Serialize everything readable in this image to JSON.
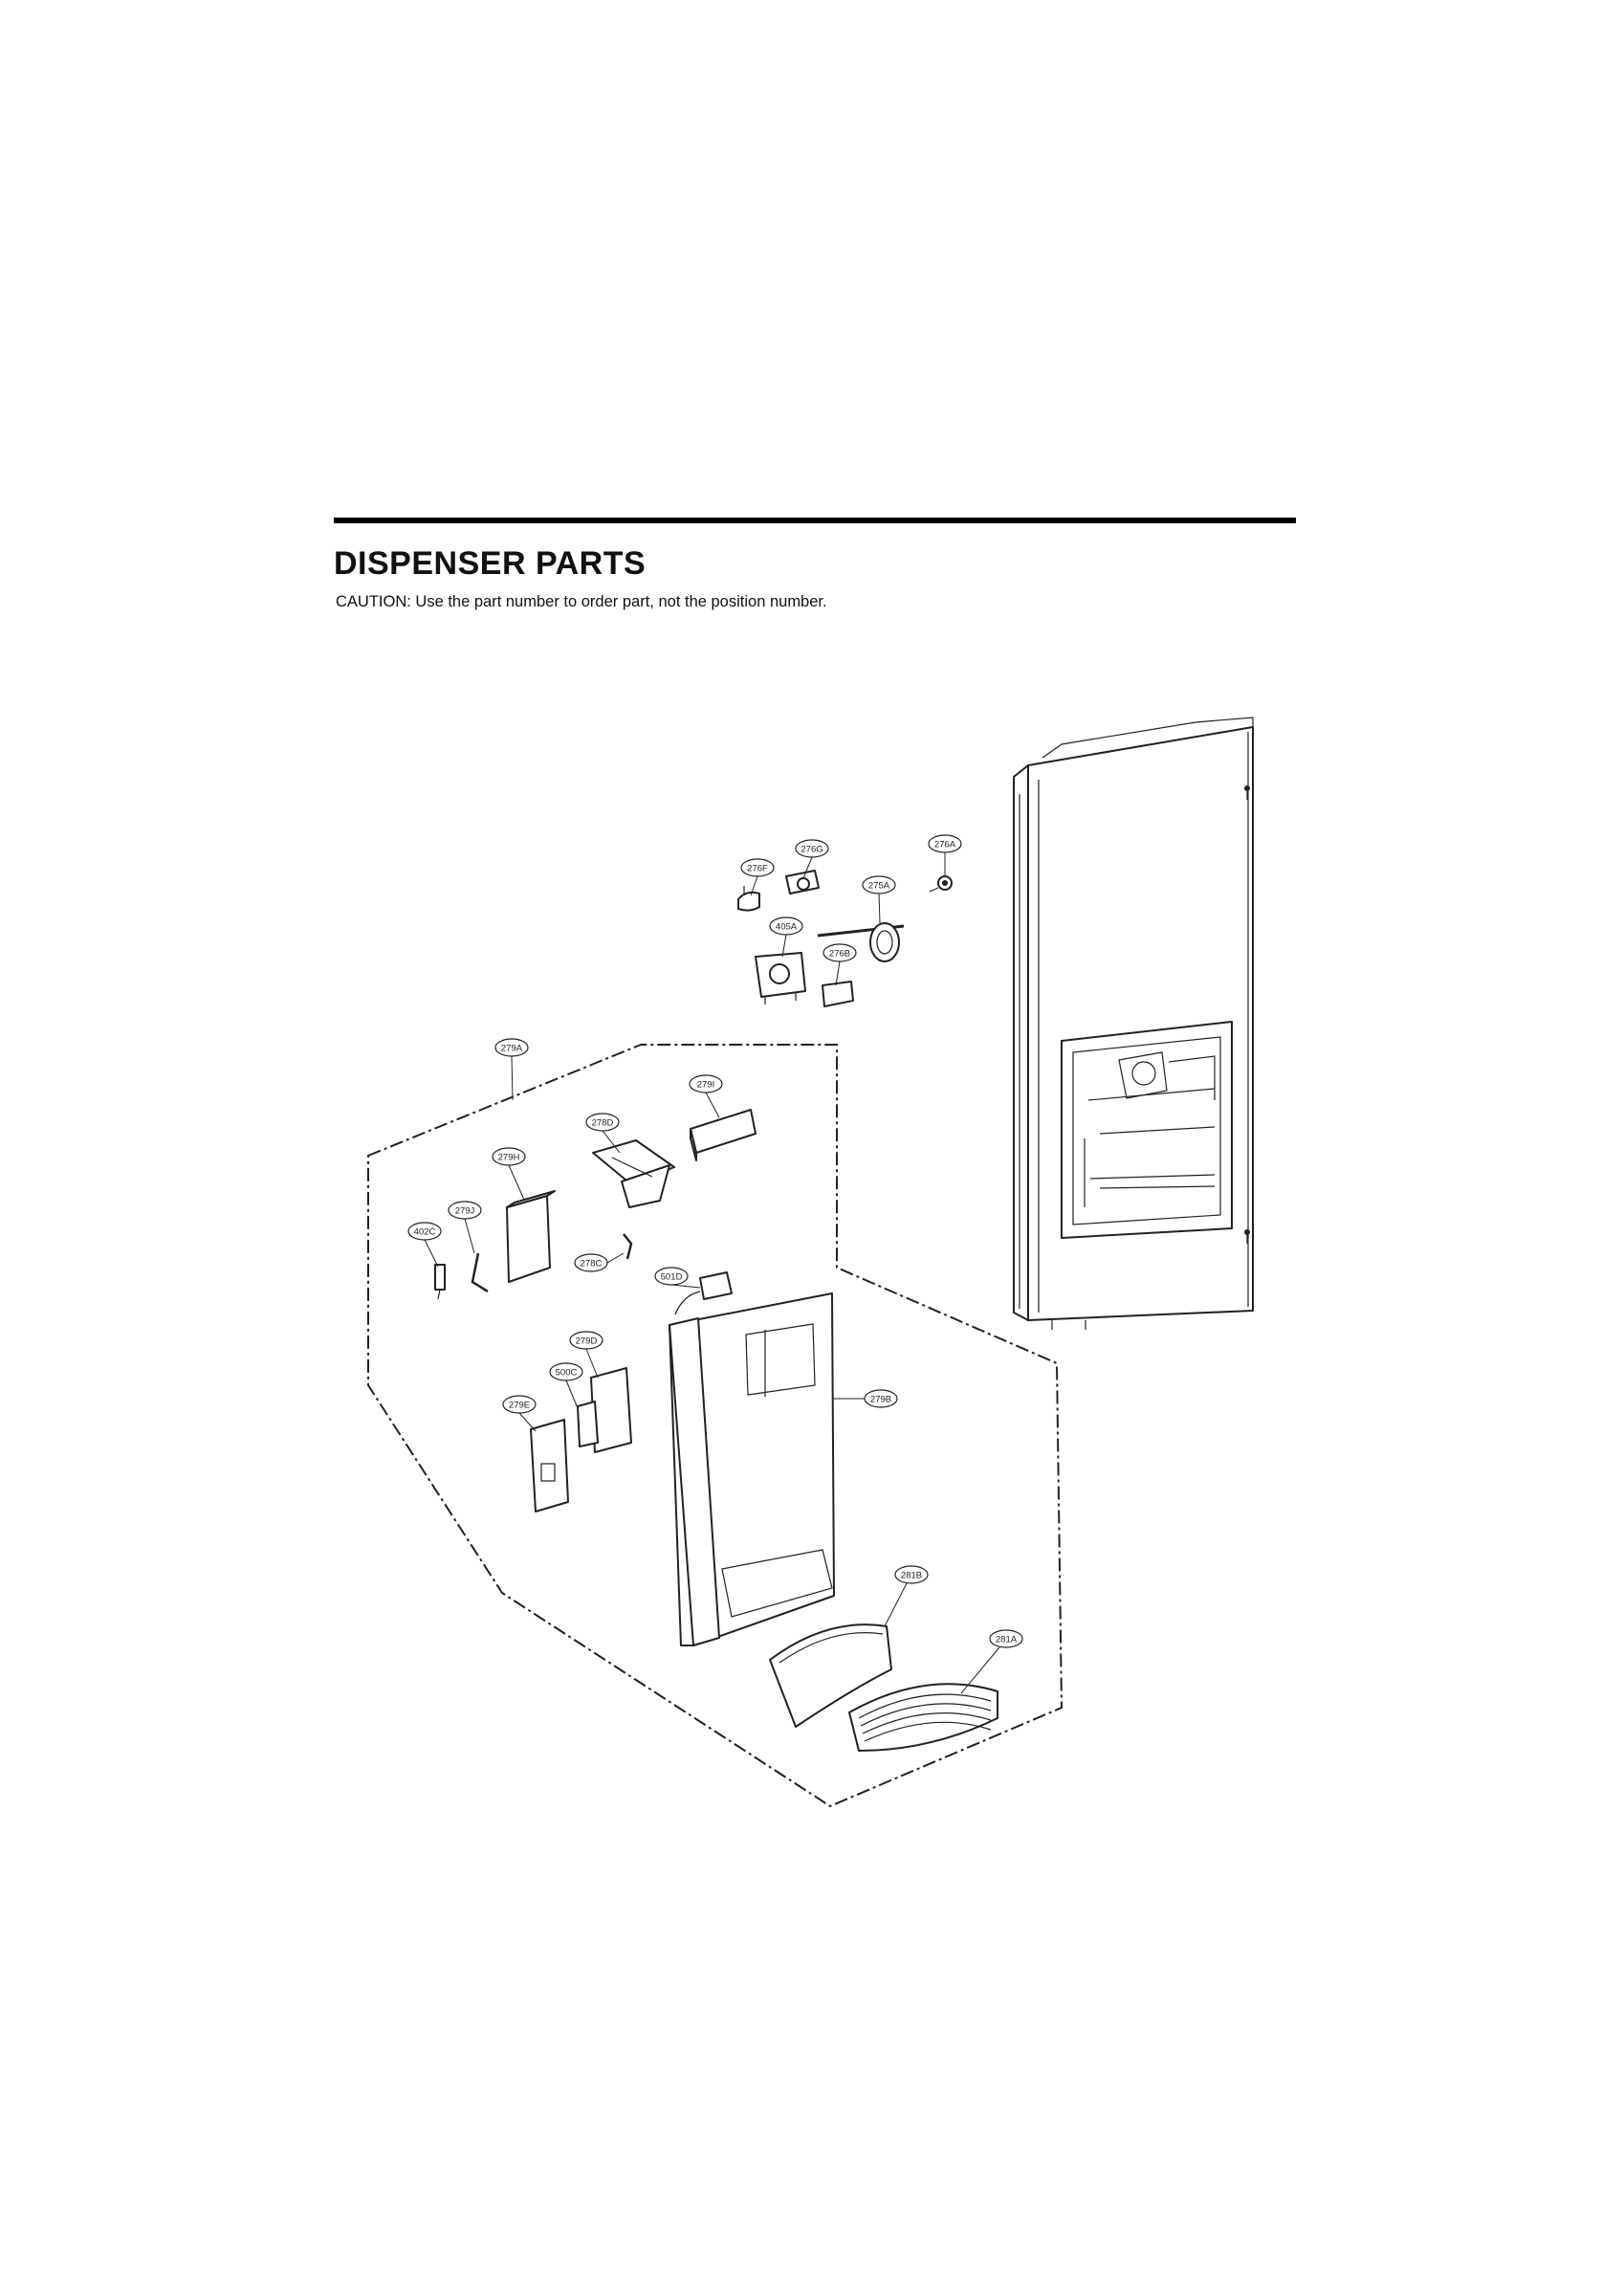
{
  "heading": {
    "title": "DISPENSER PARTS",
    "caution": "CAUTION: Use the part number to order part, not the position number."
  },
  "callouts": {
    "c276A": "276A",
    "c276G": "276G",
    "c276F": "276F",
    "c275A": "275A",
    "c405A": "405A",
    "c276B": "276B",
    "c279A": "279A",
    "c279I": "279I",
    "c278D": "278D",
    "c279H": "279H",
    "c279J": "279J",
    "c402C": "402C",
    "c278C": "278C",
    "c501D": "501D",
    "c279D": "279D",
    "c500C": "500C",
    "c279E": "279E",
    "c279B": "279B",
    "c281B": "281B",
    "c281A": "281A"
  }
}
